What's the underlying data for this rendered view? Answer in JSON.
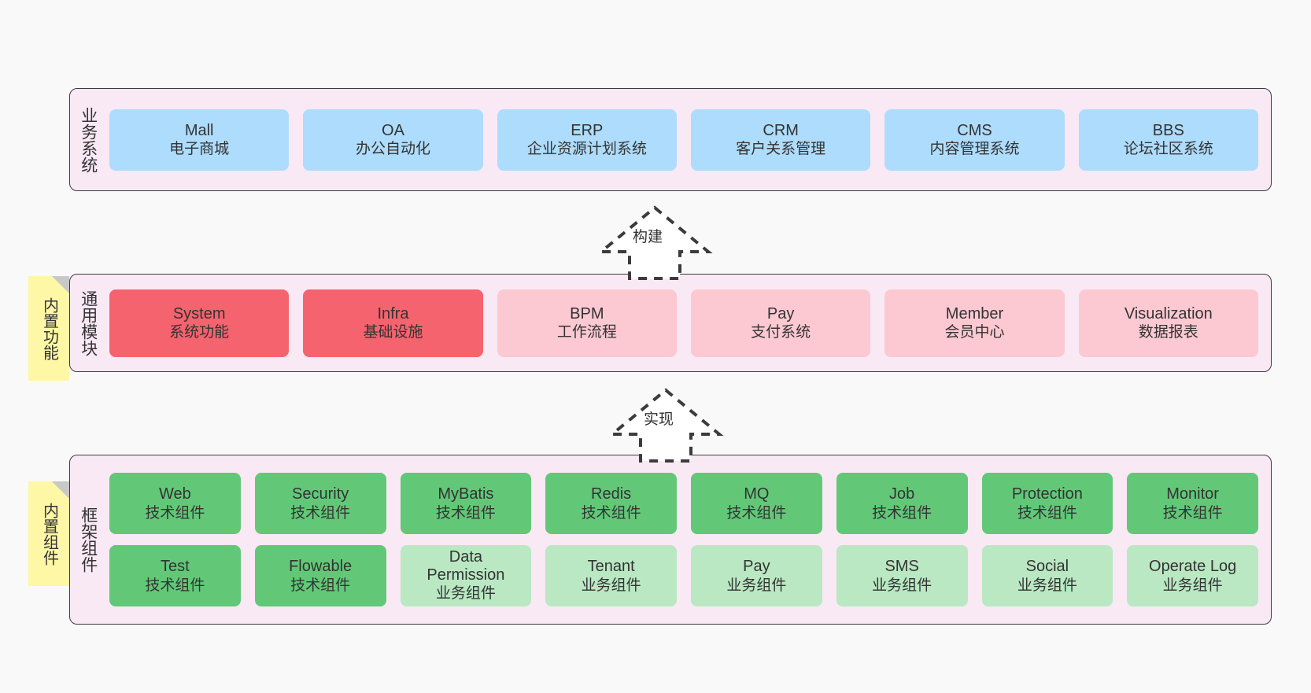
{
  "canvas": {
    "background": "#f9f9f9"
  },
  "colors": {
    "layer_bg": "#f9e9f4",
    "layer_border": "#3b3b3b",
    "blue": "#aedcfc",
    "red": "#f5636e",
    "pink": "#fcc9d2",
    "green": "#62c878",
    "light_green": "#b9e8c2",
    "note_yellow": "#fdf7a6",
    "note_fold": "#c8c8c8",
    "text": "#333333"
  },
  "layers": {
    "business": {
      "title": "业务系统",
      "cards": [
        {
          "en": "Mall",
          "cn": "电子商城"
        },
        {
          "en": "OA",
          "cn": "办公自动化"
        },
        {
          "en": "ERP",
          "cn": "企业资源计划系统"
        },
        {
          "en": "CRM",
          "cn": "客户关系管理"
        },
        {
          "en": "CMS",
          "cn": "内容管理系统"
        },
        {
          "en": "BBS",
          "cn": "论坛社区系统"
        }
      ]
    },
    "modules": {
      "title": "通用模块",
      "note": "内置功能",
      "cards": [
        {
          "en": "System",
          "cn": "系统功能",
          "tone": "red"
        },
        {
          "en": "Infra",
          "cn": "基础设施",
          "tone": "red"
        },
        {
          "en": "BPM",
          "cn": "工作流程",
          "tone": "pink"
        },
        {
          "en": "Pay",
          "cn": "支付系统",
          "tone": "pink"
        },
        {
          "en": "Member",
          "cn": "会员中心",
          "tone": "pink"
        },
        {
          "en": "Visualization",
          "cn": "数据报表",
          "tone": "pink"
        }
      ]
    },
    "framework": {
      "title": "框架组件",
      "note": "内置组件",
      "row1": [
        {
          "en": "Web",
          "cn": "技术组件"
        },
        {
          "en": "Security",
          "cn": "技术组件"
        },
        {
          "en": "MyBatis",
          "cn": "技术组件"
        },
        {
          "en": "Redis",
          "cn": "技术组件"
        },
        {
          "en": "MQ",
          "cn": "技术组件"
        },
        {
          "en": "Job",
          "cn": "技术组件"
        },
        {
          "en": "Protection",
          "cn": "技术组件"
        },
        {
          "en": "Monitor",
          "cn": "技术组件"
        }
      ],
      "row2": [
        {
          "en": "Test",
          "cn": "技术组件",
          "tone": "green"
        },
        {
          "en": "Flowable",
          "cn": "技术组件",
          "tone": "green"
        },
        {
          "en": "Data Permission",
          "cn": "业务组件",
          "tone": "lightgreen"
        },
        {
          "en": "Tenant",
          "cn": "业务组件",
          "tone": "lightgreen"
        },
        {
          "en": "Pay",
          "cn": "业务组件",
          "tone": "lightgreen"
        },
        {
          "en": "SMS",
          "cn": "业务组件",
          "tone": "lightgreen"
        },
        {
          "en": "Social",
          "cn": "业务组件",
          "tone": "lightgreen"
        },
        {
          "en": "Operate Log",
          "cn": "业务组件",
          "tone": "lightgreen"
        }
      ]
    }
  },
  "arrows": [
    {
      "name": "build-arrow",
      "label": "构建"
    },
    {
      "name": "implement-arrow",
      "label": "实现"
    }
  ]
}
